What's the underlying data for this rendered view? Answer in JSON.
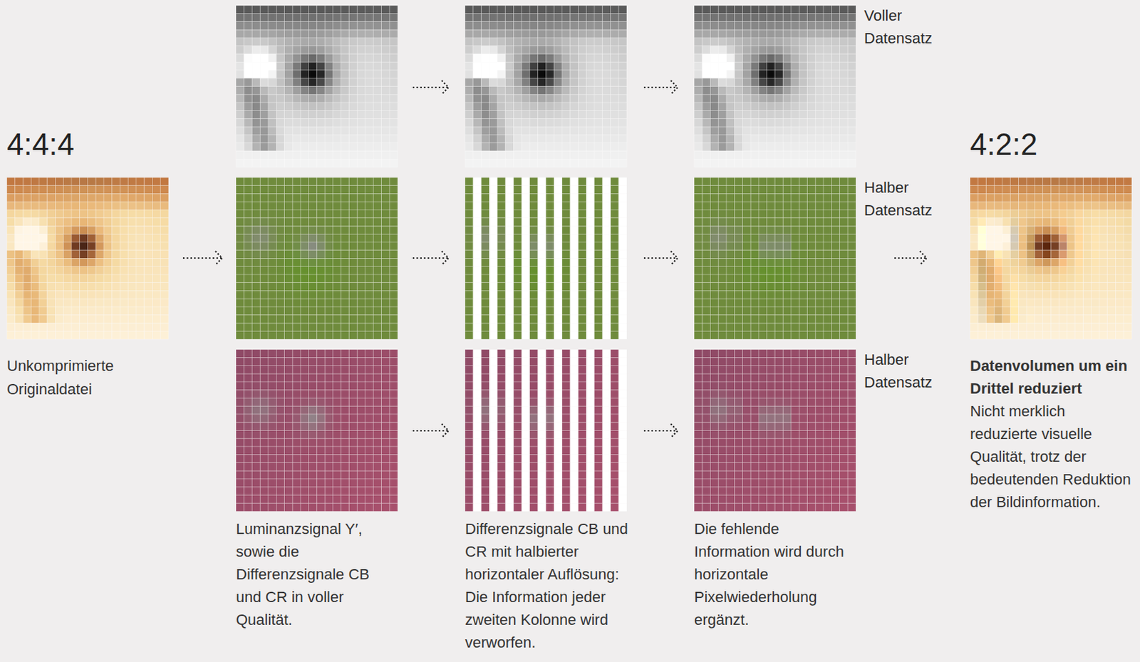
{
  "diagram": {
    "nodes": [
      {
        "text": [
          "4:4:4",
          "Unkomprimierte Originaldatei"
        ]
      },
      {
        "text": [
          "Luminanzsignal Y′, sowie die Differenzsignale CB und CR in voller Qualität."
        ]
      },
      {
        "text": [
          "Differenzsignale CB und CR mit halbierter horizontaler Auflösung: Die Information jeder zweiten Kolonne wird verworfen."
        ]
      },
      {
        "text": [
          "Die fehlende Information wird durch horizontale Pixelwiederholung ergänzt."
        ]
      },
      {
        "text": [
          "4:2:2",
          "Datenvolumen um ein Drittel reduziert",
          "Nicht merklich reduzierte visuelle Qualität, trotz der bedeutenden Reduktion der Bildinformation."
        ]
      }
    ],
    "edges": [
      {
        "from": 0,
        "to": 1,
        "arrow": "to"
      },
      {
        "from": 1,
        "to": 2,
        "arrow": "to"
      },
      {
        "from": 1,
        "to": 2,
        "arrow": "to"
      },
      {
        "from": 1,
        "to": 2,
        "arrow": "to"
      },
      {
        "from": 2,
        "to": 3,
        "arrow": "to"
      },
      {
        "from": 2,
        "to": 3,
        "arrow": "to"
      },
      {
        "from": 2,
        "to": 3,
        "arrow": "to"
      },
      {
        "from": 3,
        "to": 4,
        "arrow": "to"
      }
    ],
    "labels": [
      "Voller Datensatz",
      "Halber Datensatz",
      "Halber Datensatz"
    ]
  }
}
